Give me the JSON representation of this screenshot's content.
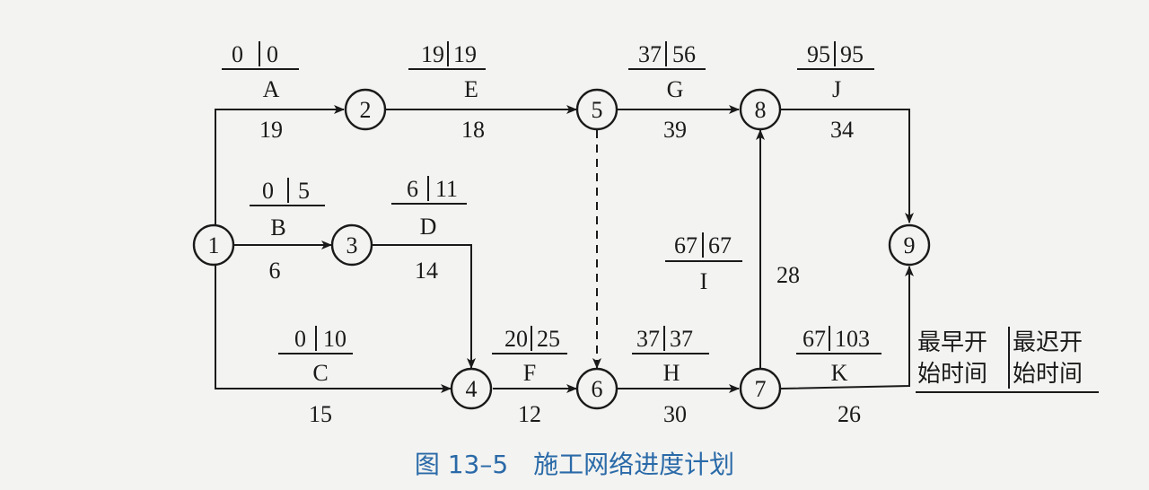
{
  "nodes": [
    "1",
    "2",
    "3",
    "4",
    "5",
    "6",
    "7",
    "8",
    "9"
  ],
  "activities": [
    {
      "id": "A",
      "es": "0",
      "ls": "0",
      "duration": "19"
    },
    {
      "id": "B",
      "es": "0",
      "ls": "5",
      "duration": "6"
    },
    {
      "id": "C",
      "es": "0",
      "ls": "10",
      "duration": "15"
    },
    {
      "id": "D",
      "es": "6",
      "ls": "11",
      "duration": "14"
    },
    {
      "id": "E",
      "es": "19",
      "ls": "19",
      "duration": "18"
    },
    {
      "id": "F",
      "es": "20",
      "ls": "25",
      "duration": "12"
    },
    {
      "id": "G",
      "es": "37",
      "ls": "56",
      "duration": "39"
    },
    {
      "id": "H",
      "es": "37",
      "ls": "37",
      "duration": "30"
    },
    {
      "id": "I",
      "es": "67",
      "ls": "67",
      "duration": "28"
    },
    {
      "id": "J",
      "es": "95",
      "ls": "95",
      "duration": "34"
    },
    {
      "id": "K",
      "es": "67",
      "ls": "103",
      "duration": "26"
    }
  ],
  "legend": {
    "left_line1": "最早开",
    "left_line2": "始时间",
    "right_line1": "最迟开",
    "right_line2": "始时间"
  },
  "caption": "图 13–5　施工网络进度计划",
  "colors": {
    "ink": "#1a1a1a",
    "caption": "#2a6aa8",
    "background": "#f3f3f1"
  }
}
